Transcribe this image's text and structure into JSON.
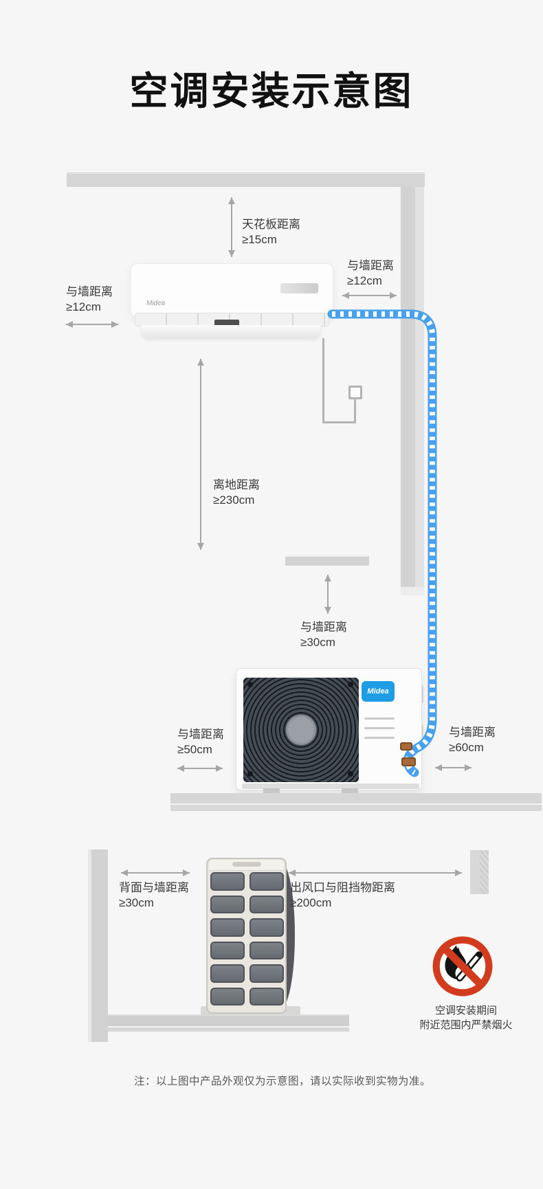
{
  "title": "空调安装示意图",
  "note": "注：以上图中产品外观仅为示意图，请以实际收到实物为准。",
  "indoor_unit": {
    "brand": "Midea"
  },
  "outdoor_unit": {
    "brand": "Midea"
  },
  "measurements": {
    "ceiling": {
      "label": "天花板距离",
      "value": "≥15cm"
    },
    "indoor_right_wall": {
      "label": "与墙距离",
      "value": "≥12cm"
    },
    "indoor_left_wall": {
      "label": "与墙距离",
      "value": "≥12cm"
    },
    "floor_height": {
      "label": "离地距离",
      "value": "≥230cm"
    },
    "outdoor_top_wall": {
      "label": "与墙距离",
      "value": "≥30cm"
    },
    "outdoor_left_wall": {
      "label": "与墙距离",
      "value": "≥50cm"
    },
    "outdoor_right_wall": {
      "label": "与墙距离",
      "value": "≥60cm"
    },
    "back_wall": {
      "label": "背面与墙距离",
      "value": "≥30cm"
    },
    "air_outlet": {
      "label": "出风口与阻挡物距离",
      "value": "≥200cm"
    }
  },
  "warning": {
    "line1": "空调安装期间",
    "line2": "附近范围内严禁烟火"
  },
  "colors": {
    "pipe_blue": "#47a1ef",
    "midea_blue": "#1f9de4",
    "warning_red": "#d23b1e",
    "background": "#f6f6f6"
  }
}
